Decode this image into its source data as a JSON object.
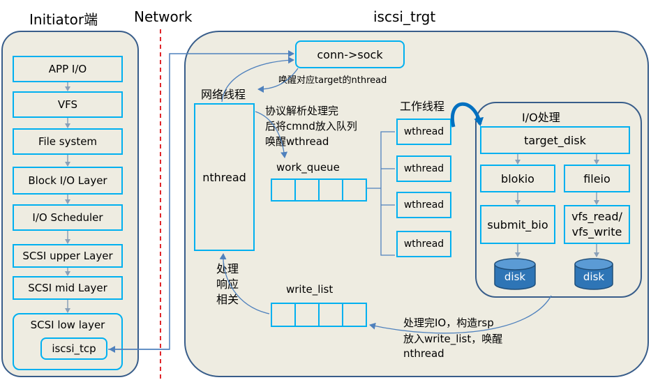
{
  "headers": {
    "initiator": "Initiator端",
    "network": "Network",
    "target": "iscsi_trgt"
  },
  "initiator_stack": [
    "APP I/O",
    "VFS",
    "File system",
    "Block I/O Layer",
    "I/O Scheduler",
    "SCSI upper Layer",
    "SCSI mid Layer"
  ],
  "scsi_low": {
    "label": "SCSI low layer",
    "inner": "iscsi_tcp"
  },
  "target": {
    "conn_sock": "conn->sock",
    "wake_note": "唤醒对应target的nthread",
    "net_thread_label": "网络线程",
    "nthread": "nthread",
    "parse_note": [
      "协议解析处理完",
      "后将cmnd放入队列",
      "唤醒wthread"
    ],
    "work_queue": "work_queue",
    "worker_label": "工作线程",
    "wthreads": [
      "wthread",
      "wthread",
      "wthread",
      "wthread"
    ],
    "io_label": "I/O处理",
    "target_disk": "target_disk",
    "blokio": "blokio",
    "fileio": "fileio",
    "submit_bio": "submit_bio",
    "vfs_rw": [
      "vfs_read/",
      "vfs_write"
    ],
    "disks": [
      "disk",
      "disk"
    ],
    "respond_note": [
      "处理",
      "响应",
      "相关"
    ],
    "write_list": "write_list",
    "done_note": [
      "处理完IO，构造rsp",
      "放入write_list，唤醒",
      "nthread"
    ]
  }
}
